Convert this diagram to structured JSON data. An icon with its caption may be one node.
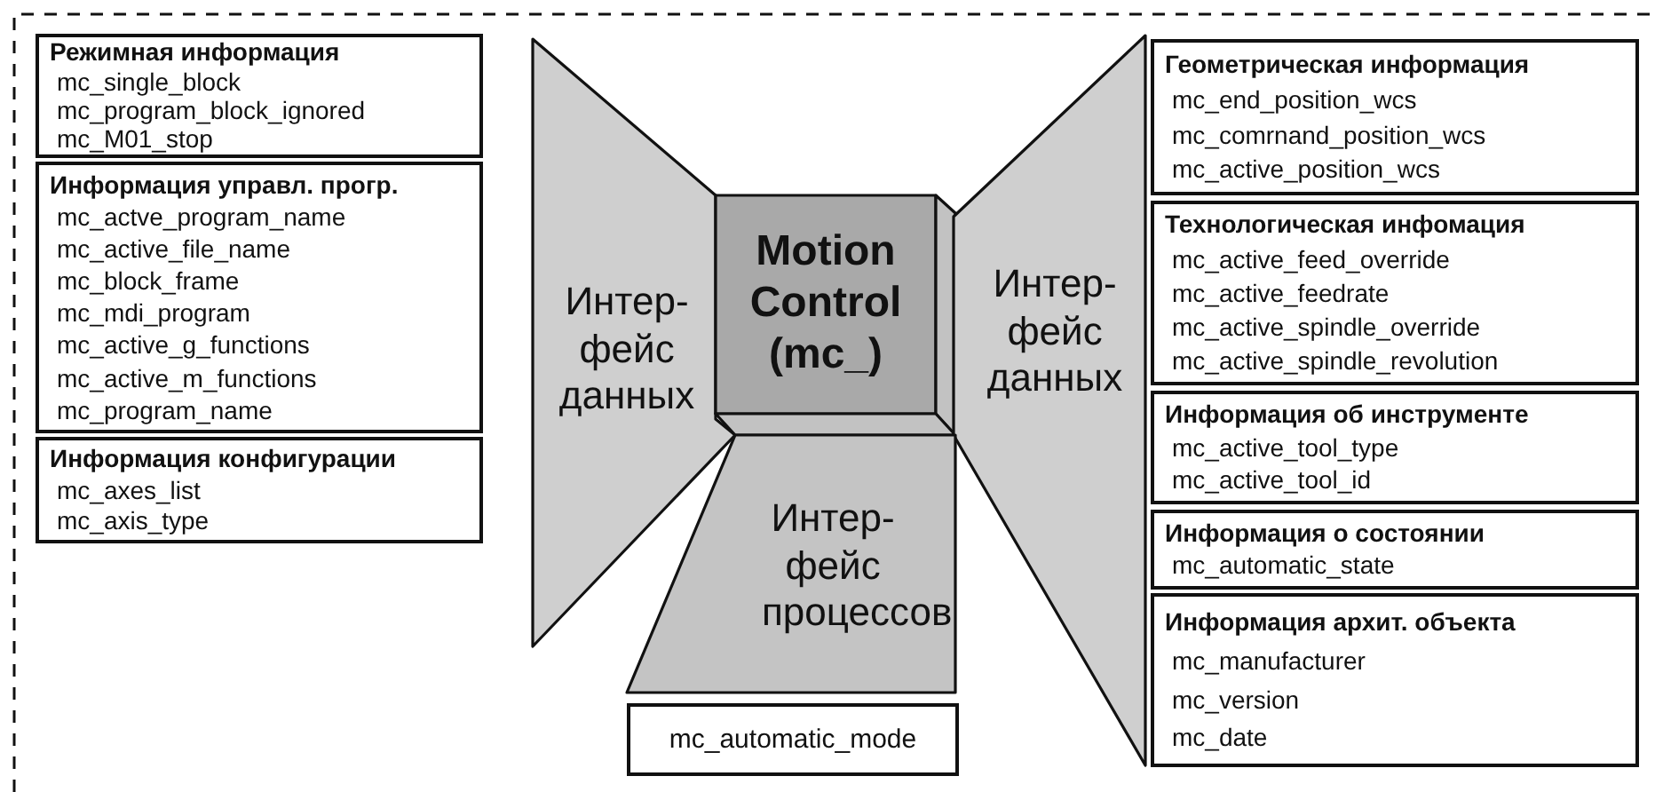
{
  "diagram": {
    "nodes": [
      {
        "text": [
          "Режимная информация",
          "mc_single_block",
          "mc_program_block_ignored",
          "mc_M01_stop"
        ]
      },
      {
        "text": [
          "Информация управл. прогр.",
          "mc_actve_program_name",
          "mc_active_file_name",
          "mc_block_frame",
          "mc_mdi_program",
          "mc_active_g_functions",
          "mc_active_m_functions",
          "mc_program_name"
        ]
      },
      {
        "text": [
          "Информация конфигурации",
          "mc_axes_list",
          "mc_axis_type"
        ]
      },
      {
        "text": [
          "Интер- фейс данных"
        ]
      },
      {
        "text": [
          "Motion Control (mc_)"
        ]
      },
      {
        "text": [
          "Интер- фейс данных"
        ]
      },
      {
        "text": [
          "Интер- фейс процессов"
        ]
      },
      {
        "text": [
          "mc_automatic_mode"
        ]
      },
      {
        "text": [
          "Геометрическая информация",
          "mc_end_position_wcs",
          "mc_comrnand_position_wcs",
          "mc_active_position_wcs"
        ]
      },
      {
        "text": [
          "Технологическая инфомация",
          "mc_active_feed_override",
          "mc_active_feedrate",
          "mc_active_spindle_override",
          "mc_active_spindle_revolution"
        ]
      },
      {
        "text": [
          "Информация об инструменте",
          "mc_active_tool_type",
          "mc_active_tool_id"
        ]
      },
      {
        "text": [
          "Информация о состоянии",
          "mc_automatic_state"
        ]
      },
      {
        "text": [
          "Информация архит. объекта",
          "mc_manufacturer",
          "mc_version",
          "mc_date"
        ]
      }
    ]
  }
}
